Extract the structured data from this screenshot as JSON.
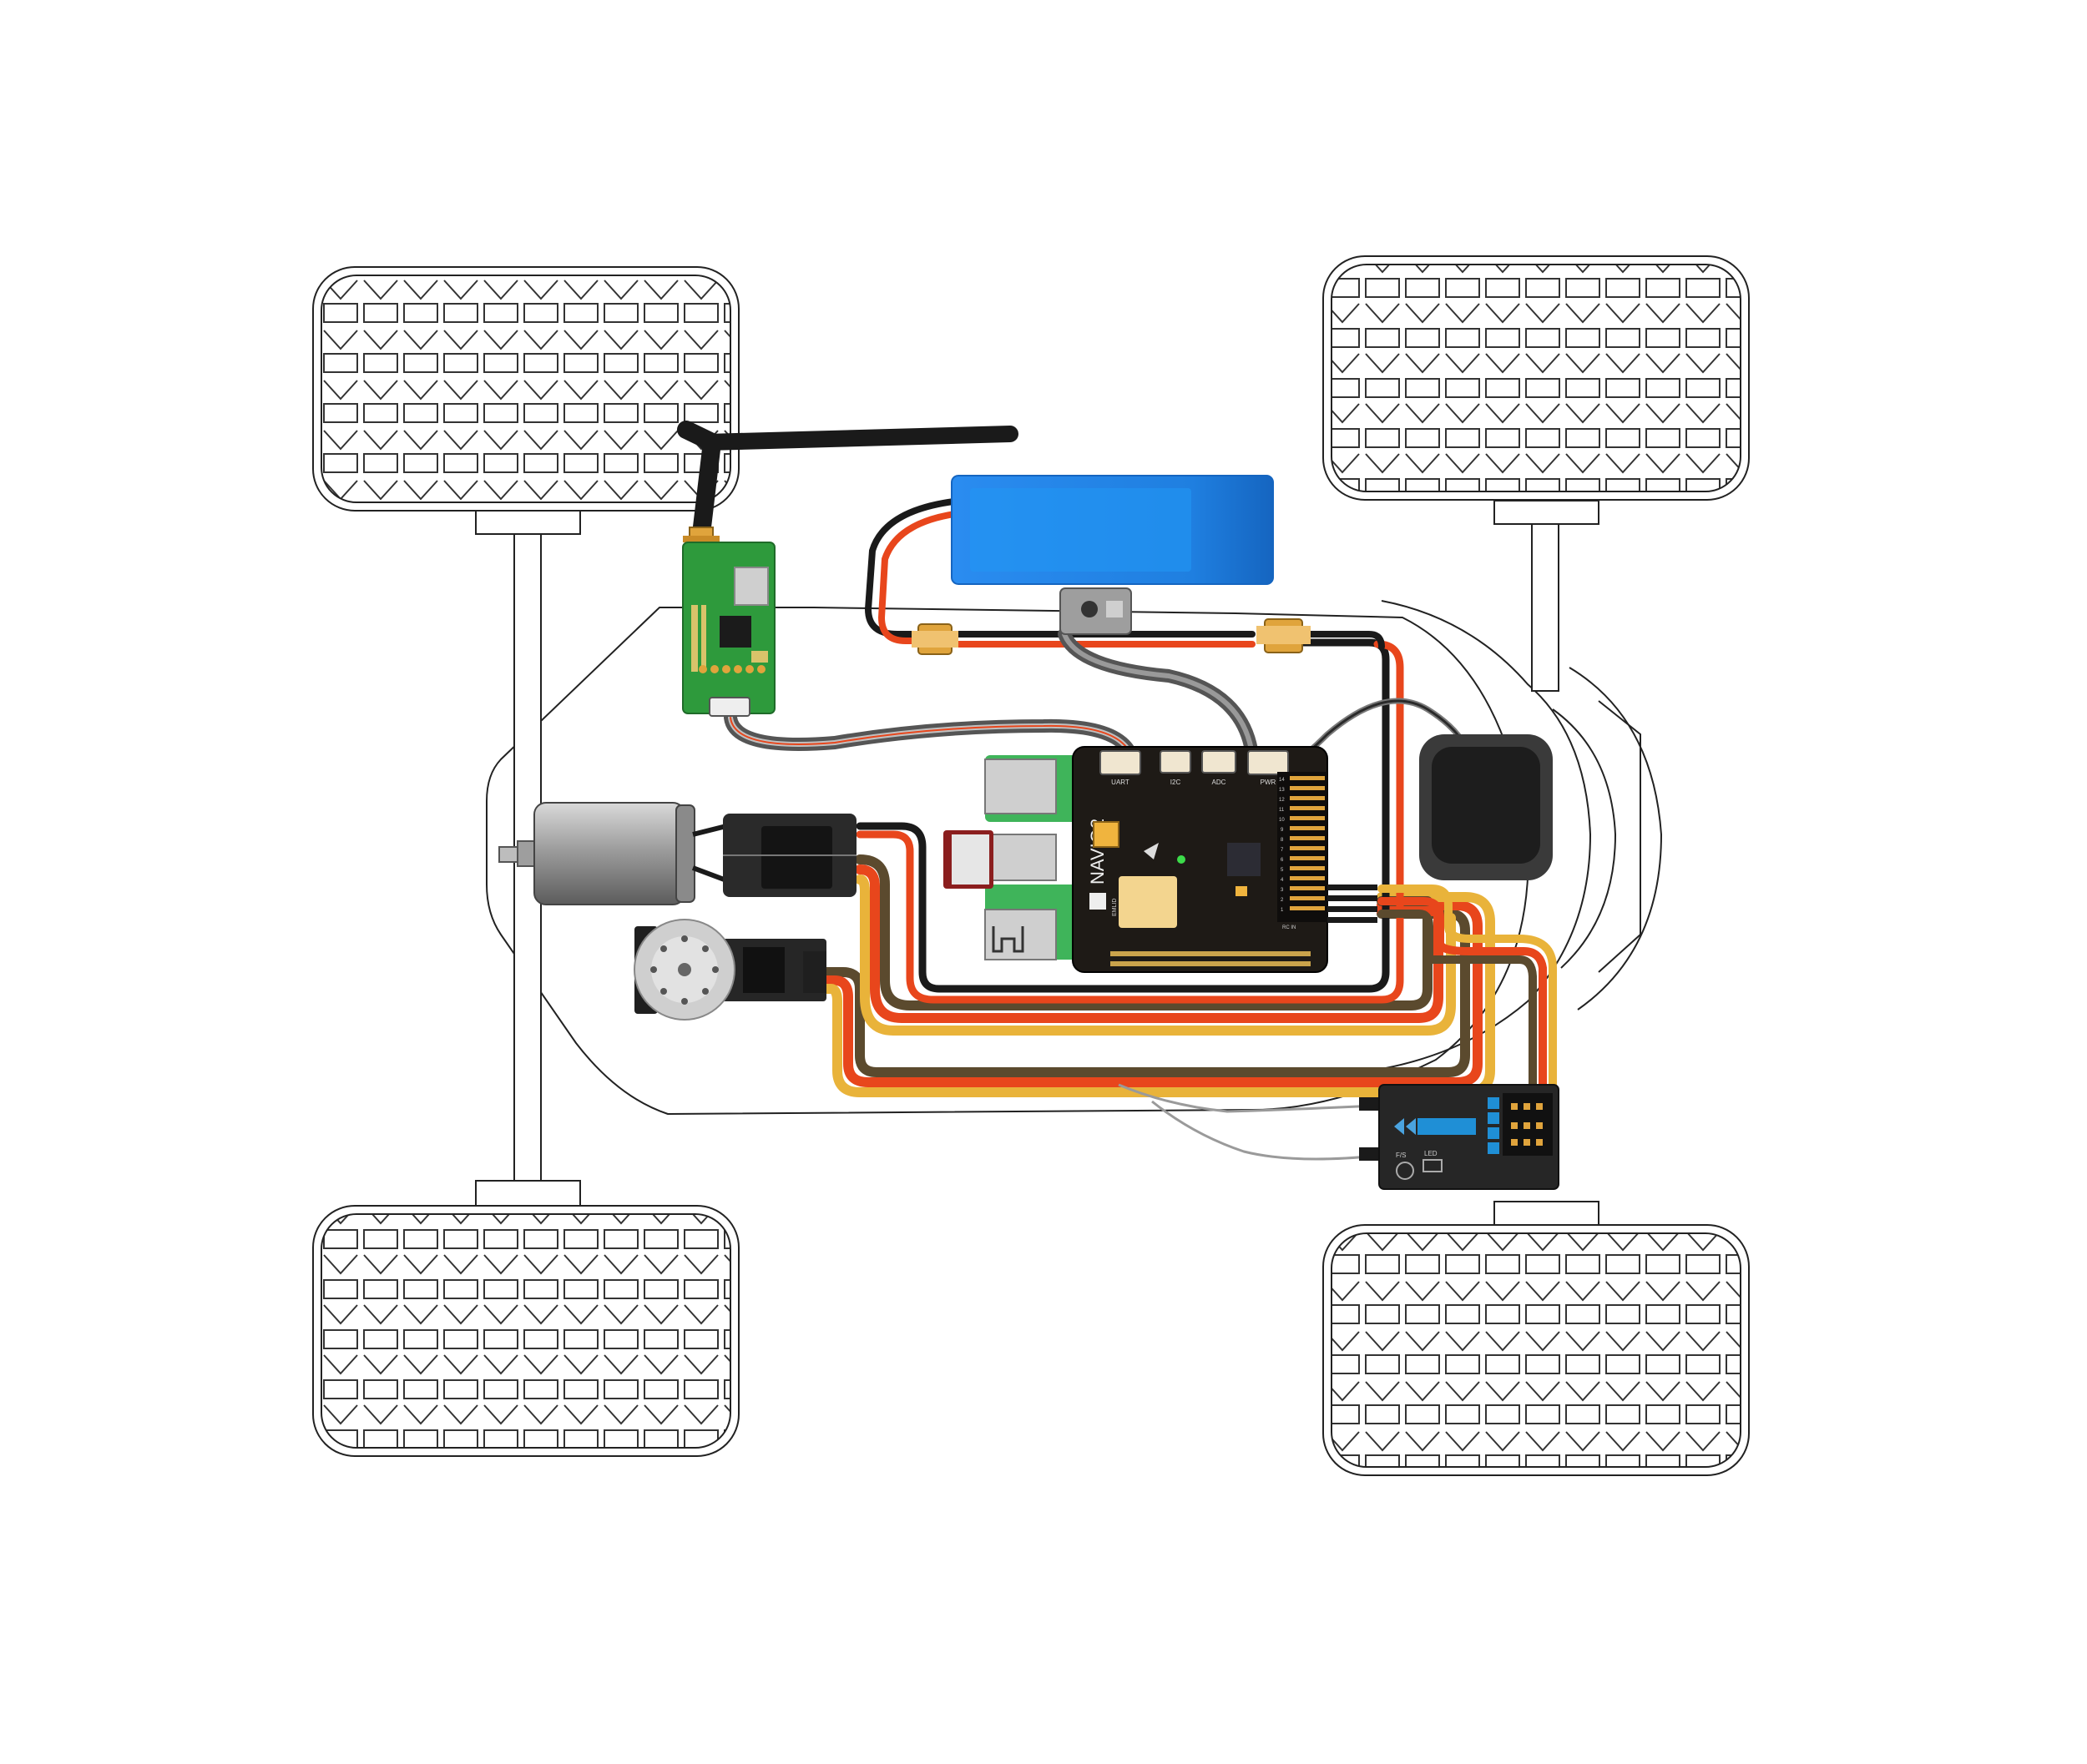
{
  "board": {
    "name": "NAVIO2",
    "logo_text": "EMLID",
    "port_uart": "UART",
    "port_i2c": "I2C",
    "port_adc": "ADC",
    "port_pwr": "PWR",
    "rc_in": "RC IN",
    "servo_numbers": [
      "14",
      "13",
      "12",
      "11",
      "10",
      "9",
      "8",
      "7",
      "6",
      "5",
      "4",
      "3",
      "2",
      "1"
    ]
  },
  "receiver": {
    "fs_label": "F/S",
    "led_label": "LED"
  },
  "colors": {
    "battery": "#1e88e5",
    "telemetry_pcb": "#2e9a3c",
    "navio_pcb": "#1e1a16",
    "wire_red": "#e8461c",
    "wire_black": "#1a1a1a",
    "wire_yellow": "#e9b33a",
    "wire_brown": "#5b4a2e",
    "connector_gold": "#e0a43c"
  }
}
